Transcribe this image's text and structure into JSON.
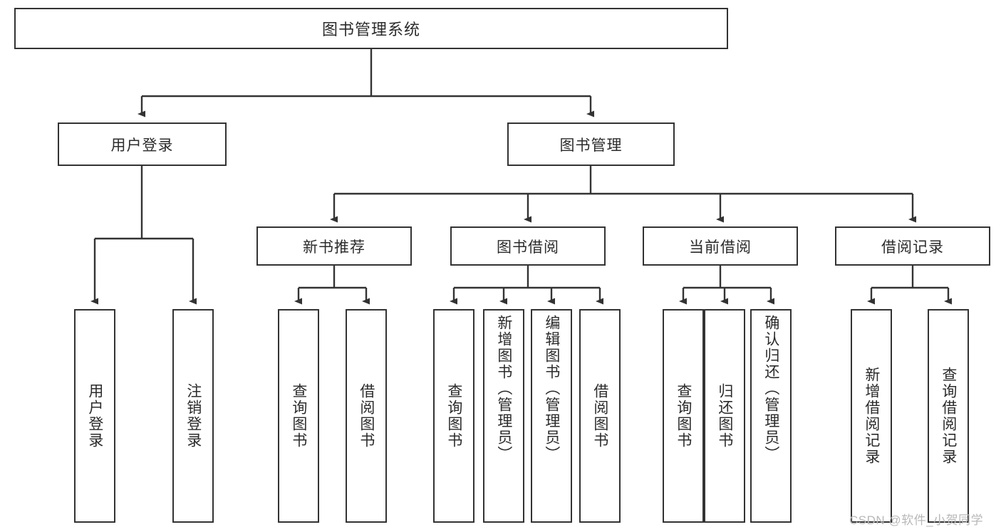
{
  "diagram": {
    "title": "图书管理系统",
    "type": "tree-hierarchy",
    "watermark": "CSDN @软件_小贺同学",
    "colors": {
      "stroke": "#333333",
      "fill": "#ffffff",
      "text": "#2b2b2b",
      "watermark": "#b8b8b8"
    },
    "levels": {
      "root": {
        "label": "图书管理系统"
      },
      "level2": [
        {
          "label": "用户登录"
        },
        {
          "label": "图书管理"
        }
      ],
      "level3": [
        {
          "label": "新书推荐"
        },
        {
          "label": "图书借阅"
        },
        {
          "label": "当前借阅"
        },
        {
          "label": "借阅记录"
        }
      ],
      "leaves": {
        "user_login": [
          {
            "label": "用户登录"
          },
          {
            "label": "注销登录"
          }
        ],
        "new_book_recommend": [
          {
            "label": "查询图书"
          },
          {
            "label": "借阅图书"
          }
        ],
        "book_borrow": [
          {
            "label": "查询图书"
          },
          {
            "label": "新增图书（管理员）"
          },
          {
            "label": "编辑图书（管理员）"
          },
          {
            "label": "借阅图书"
          }
        ],
        "current_borrow": [
          {
            "label": "查询图书"
          },
          {
            "label": "归还图书"
          },
          {
            "label": "确认归还（管理员）"
          }
        ],
        "borrow_record": [
          {
            "label": "新增借阅记录"
          },
          {
            "label": "查询借阅记录"
          }
        ]
      }
    }
  }
}
